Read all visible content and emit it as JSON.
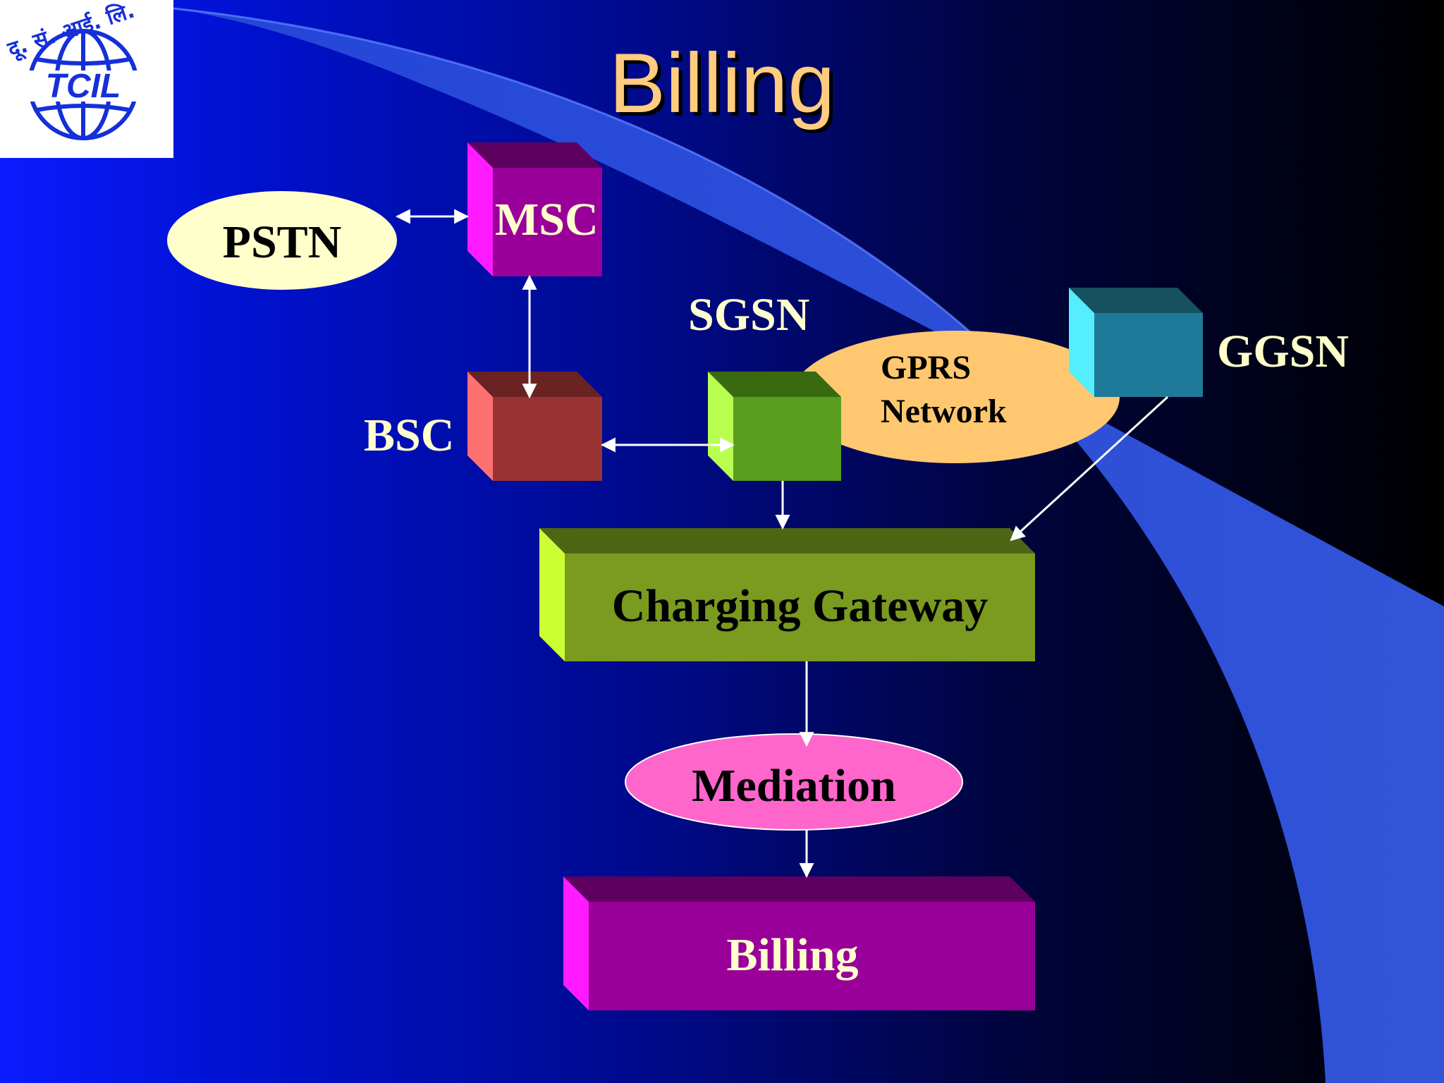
{
  "title": "Billing",
  "logo": {
    "text_top": "दू. सं. आई. लि.",
    "text_main": "TCIL"
  },
  "nodes": {
    "pstn": "PSTN",
    "msc": "MSC",
    "bsc": "BSC",
    "sgsn": "SGSN",
    "gprs_line1": "GPRS",
    "gprs_line2": "Network",
    "ggsn": "GGSN",
    "charging_gateway": "Charging Gateway",
    "mediation": "Mediation",
    "billing": "Billing"
  },
  "colors": {
    "title": "#ffcc80",
    "pstn": "#ffffcc",
    "msc": "#990099",
    "bsc": "#993333",
    "sgsn": "#5a9e20",
    "gprs": "#ffc870",
    "ggsn": "#1f7a99",
    "charging_gateway": "#7a9a20",
    "mediation": "#ff66cc",
    "billing": "#990099",
    "arrow": "#ffffff"
  }
}
